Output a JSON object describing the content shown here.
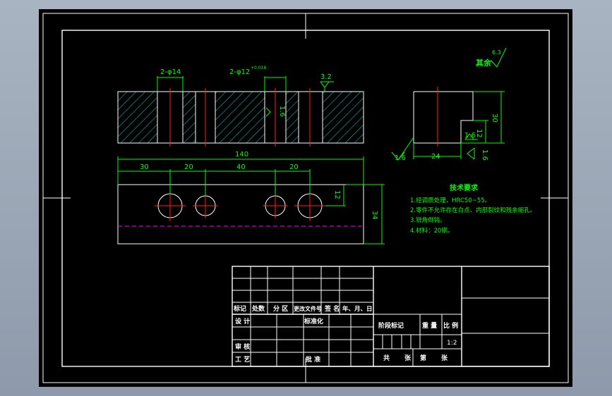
{
  "colors": {
    "background": "#000000",
    "frame": "#ffffff",
    "dimension": "#00ff00",
    "hatch": "#00c8c8",
    "centerline": "#ff2020",
    "hidden_line": "#ff00ff",
    "title_text": "#ffffff",
    "tech_title": "#00ff00"
  },
  "front_view": {
    "hole_note_a": "2-φ14",
    "hole_note_b": "2-φ12",
    "hole_tolerance": "+0.018",
    "surface_finish_top": "3.2",
    "surface_finish_hole": "1.6"
  },
  "top_view": {
    "overall_length": "140",
    "dim_1": "30",
    "dim_2": "20",
    "dim_3": "40",
    "dim_4": "20",
    "dim_offset": "12",
    "dim_width": "34"
  },
  "side_view": {
    "other_surfaces_label": "其余",
    "other_surfaces_finish": "6.3",
    "height_dim": "30",
    "step_dim": "12",
    "width_dim": "24",
    "finish_left": "1.6",
    "finish_step": "1.6",
    "finish_bottom": "1.6"
  },
  "tech_requirements": {
    "title": "技术要求",
    "items": [
      "1.经调质处理，HRC50~55。",
      "2.零件不允许存在白点、内部裂纹和残余缩孔。",
      "3.锐角倒钝。",
      "4.材料：20钢。"
    ]
  },
  "title_block": {
    "mark": "标记",
    "count": "处数",
    "zone": "分 区",
    "change_doc": "更改文件号",
    "signature": "签 名",
    "date": "年、月、日",
    "design": "设 计",
    "standardize": "标准化",
    "review": "审 核",
    "process": "工 艺",
    "approve": "批 准",
    "stage_mark": "阶段标记",
    "weight": "重 量",
    "scale_label": "比 例",
    "scale_value": "1:2",
    "total_label": "共",
    "sheets_label": "张",
    "sheet_label": "第",
    "sheet_end": "张"
  }
}
